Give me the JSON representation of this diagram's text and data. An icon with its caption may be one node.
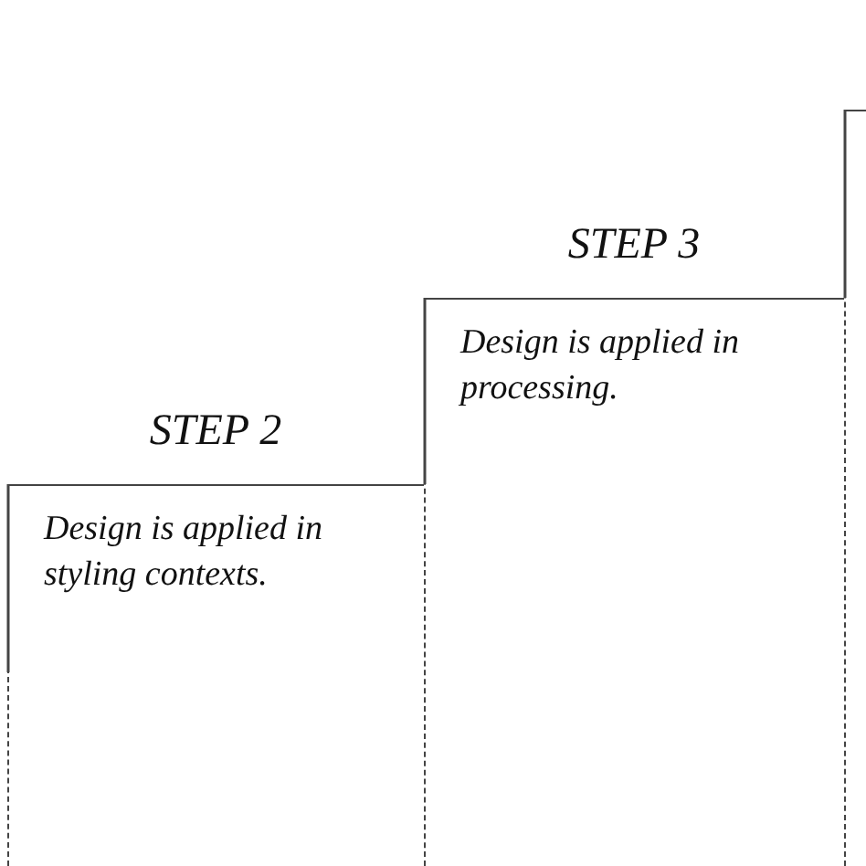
{
  "diagram": {
    "nodes": [
      {
        "text": [
          "STEP 2",
          "Design is applied in styling contexts."
        ]
      },
      {
        "text": [
          "STEP 3",
          "Design is applied in processing."
        ]
      },
      {
        "text": [],
        "shape": "box"
      }
    ]
  }
}
